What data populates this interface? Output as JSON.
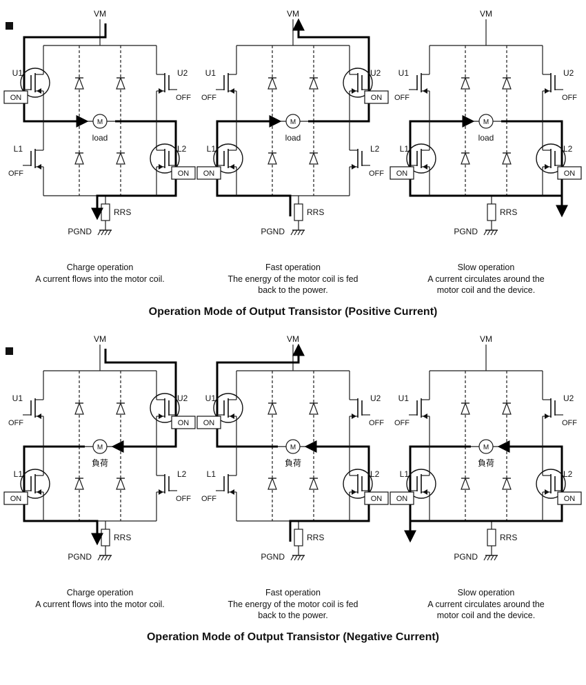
{
  "page": {
    "background": "#ffffff",
    "line_color": "#1a1a1a",
    "path_color": "#000000"
  },
  "labels": {
    "vm": "VM",
    "pgnd": "PGND",
    "rrs": "RRS",
    "motor": "M",
    "on": "ON",
    "off": "OFF"
  },
  "sections": [
    {
      "id": "positive",
      "title": "Operation Mode of Output Transistor (Positive Current)",
      "load_label": "load",
      "circuits": [
        {
          "mode": "charge",
          "caption_title": "Charge operation",
          "caption_lines": [
            "A current flows into the motor coil."
          ],
          "transistors": [
            {
              "name": "U1",
              "state": "ON"
            },
            {
              "name": "U2",
              "state": "OFF"
            },
            {
              "name": "L1",
              "state": "OFF"
            },
            {
              "name": "L2",
              "state": "ON"
            }
          ]
        },
        {
          "mode": "fast",
          "caption_title": "Fast operation",
          "caption_lines": [
            "The energy of the motor coil is fed",
            "back to the power."
          ],
          "transistors": [
            {
              "name": "U1",
              "state": "OFF"
            },
            {
              "name": "U2",
              "state": "ON"
            },
            {
              "name": "L1",
              "state": "ON"
            },
            {
              "name": "L2",
              "state": "OFF"
            }
          ]
        },
        {
          "mode": "slow",
          "caption_title": "Slow operation",
          "caption_lines": [
            "A current circulates around the",
            "motor coil and the device."
          ],
          "transistors": [
            {
              "name": "U1",
              "state": "OFF"
            },
            {
              "name": "U2",
              "state": "OFF"
            },
            {
              "name": "L1",
              "state": "ON"
            },
            {
              "name": "L2",
              "state": "ON"
            }
          ]
        }
      ]
    },
    {
      "id": "negative",
      "title": "Operation Mode of Output Transistor (Negative Current)",
      "load_label": "負荷",
      "circuits": [
        {
          "mode": "charge",
          "caption_title": "Charge operation",
          "caption_lines": [
            "A current flows into the motor coil."
          ],
          "transistors": [
            {
              "name": "U1",
              "state": "OFF"
            },
            {
              "name": "U2",
              "state": "ON"
            },
            {
              "name": "L1",
              "state": "ON"
            },
            {
              "name": "L2",
              "state": "OFF"
            }
          ]
        },
        {
          "mode": "fast",
          "caption_title": "Fast operation",
          "caption_lines": [
            "The energy of the motor coil is fed",
            "back to the power."
          ],
          "transistors": [
            {
              "name": "U1",
              "state": "ON"
            },
            {
              "name": "U2",
              "state": "OFF"
            },
            {
              "name": "L1",
              "state": "OFF"
            },
            {
              "name": "L2",
              "state": "ON"
            }
          ]
        },
        {
          "mode": "slow",
          "caption_title": "Slow operation",
          "caption_lines": [
            "A current circulates around the",
            "motor coil and the device."
          ],
          "transistors": [
            {
              "name": "U1",
              "state": "OFF"
            },
            {
              "name": "U2",
              "state": "OFF"
            },
            {
              "name": "L1",
              "state": "ON"
            },
            {
              "name": "L2",
              "state": "ON"
            }
          ]
        }
      ]
    }
  ]
}
